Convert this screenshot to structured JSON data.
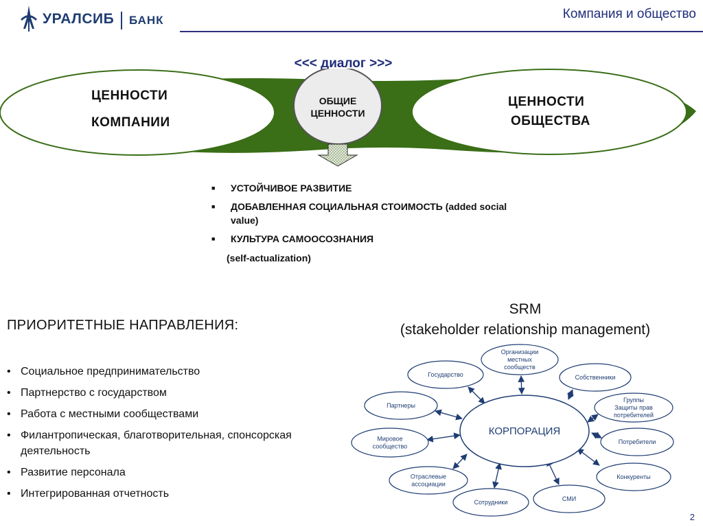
{
  "header": {
    "logo_text": "УРАЛСИБ",
    "logo_bank": "БАНК",
    "page_title": "Компания и общество"
  },
  "values_diagram": {
    "dialog_label": "<<< диалог >>>",
    "company_values_line1": "ЦЕННОСТИ",
    "company_values_line2": "КОМПАНИИ",
    "society_values_line1": "ЦЕННОСТИ",
    "society_values_line2": "ОБЩЕСТВА",
    "common_values": "ОБЩИЕ ЦЕННОСТИ",
    "colors": {
      "accent_green": "#3a6e17",
      "common_circle": "#ececec"
    }
  },
  "outcomes": [
    "УСТОЙЧИВОЕ РАЗВИТИЕ",
    "ДОБАВЛЕННАЯ СОЦИАЛЬНАЯ СТОИМОСТЬ (added social value)",
    "КУЛЬТУРА САМООСОЗНАНИЯ"
  ],
  "outcome_extra": "(self-actualization)",
  "priorities": {
    "title": "ПРИОРИТЕТНЫЕ НАПРАВЛЕНИЯ:",
    "items": [
      "Социальное предпринимательство",
      "Партнерство с государством",
      "Работа с местными сообществами",
      "Филантропическая, благотворительная, спонсорская деятельность",
      "Развитие персонала",
      "Интегрированная отчетность"
    ]
  },
  "srm": {
    "title_line1": "SRM",
    "title_line2": "(stakeholder relationship management)",
    "center": "КОРПОРАЦИЯ",
    "stakeholders": [
      "Организации местных сообществ",
      "Собственники",
      "Группы Защиты прав потребителей",
      "Потребители",
      "Конкуренты",
      "СМИ",
      "Сотрудники",
      "Отраслевые ассоциации",
      "Мировое сообщество",
      "Партнеры",
      "Государство"
    ],
    "colors": {
      "outline": "#1f3d73"
    }
  },
  "page_number": "2"
}
